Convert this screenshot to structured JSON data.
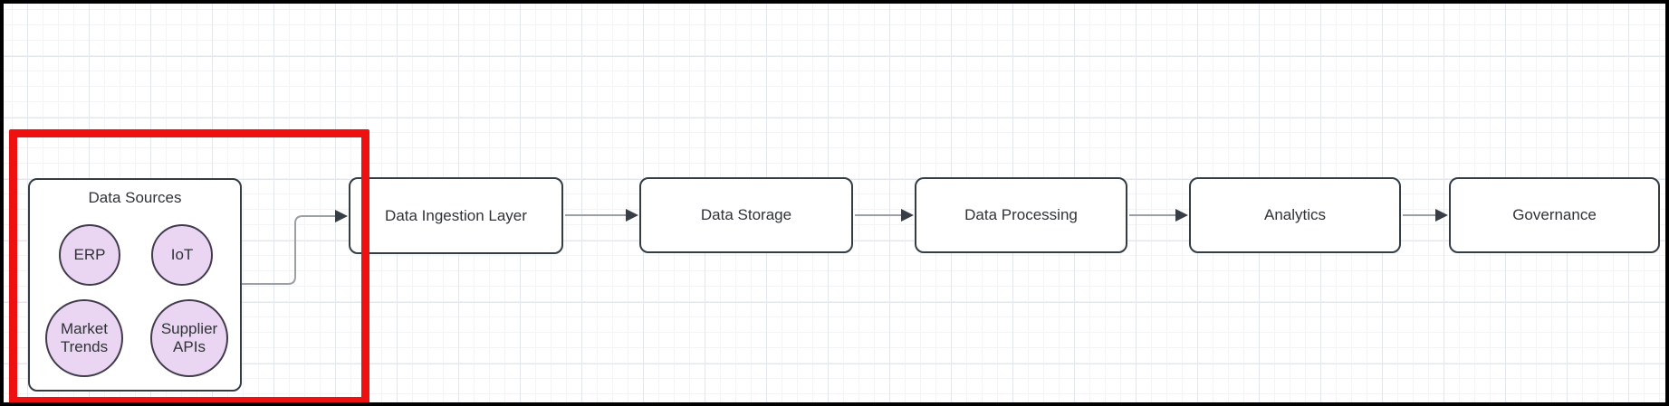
{
  "diagram": {
    "sources_group": {
      "title": "Data Sources",
      "sources": [
        {
          "label": "ERP"
        },
        {
          "label": "IoT"
        },
        {
          "label": "Market Trends"
        },
        {
          "label": "Supplier APIs"
        }
      ]
    },
    "pipeline": [
      {
        "label": "Data Ingestion Layer"
      },
      {
        "label": "Data Storage"
      },
      {
        "label": "Data Processing"
      },
      {
        "label": "Analytics"
      },
      {
        "label": "Governance"
      }
    ],
    "annotations": {
      "highlight_shape": "red-rectangle-around-data-sources"
    },
    "colors": {
      "highlight_red": "#ee1111",
      "node_fill": "#ffffff",
      "node_stroke": "#343c44",
      "source_fill": "#ead6f2",
      "source_stroke": "#413c4d",
      "edge_line": "#9ca0a6",
      "arrowhead": "#383e46",
      "grid_minor": "#f3f4f6",
      "grid_major": "#e3e6ea",
      "frame": "#000000"
    }
  }
}
